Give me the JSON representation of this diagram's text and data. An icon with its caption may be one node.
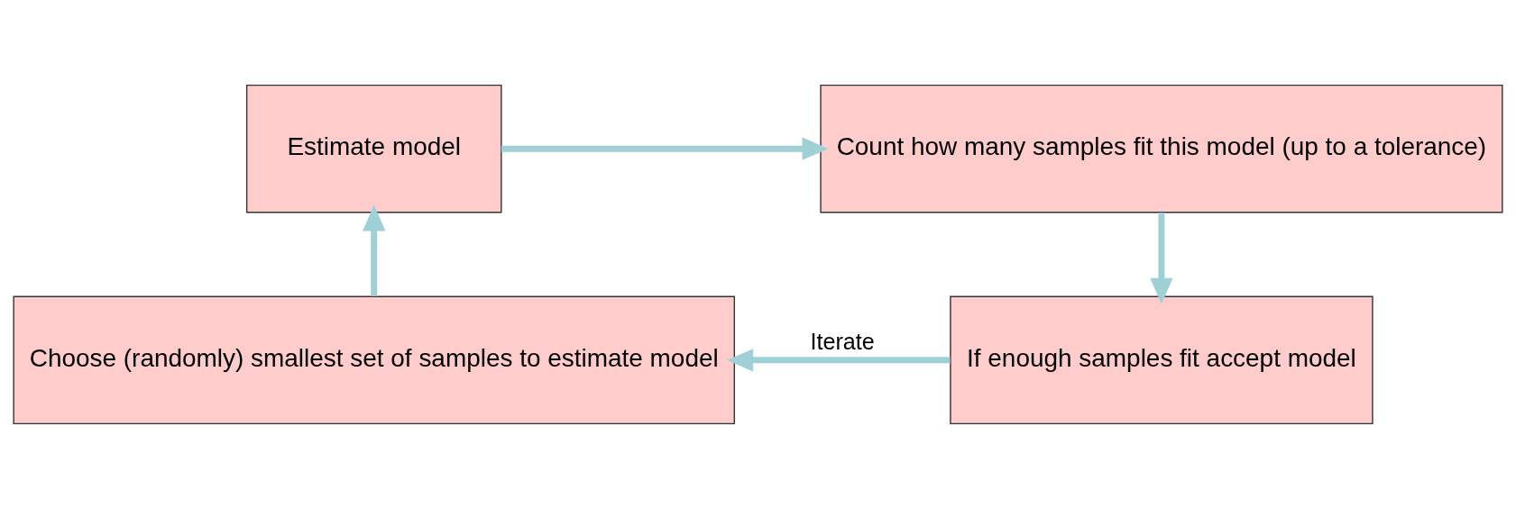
{
  "diagram": {
    "nodes": [
      {
        "text": [
          "Estimate model"
        ]
      },
      {
        "text": [
          "Count how many samples fit this model (up to a tolerance)"
        ]
      },
      {
        "text": [
          "Choose (randomly) smallest set of samples to estimate model"
        ]
      },
      {
        "text": [
          "If enough samples fit accept model"
        ]
      }
    ],
    "edges": [
      {
        "from": 2,
        "to": 0,
        "arrow": "to"
      },
      {
        "from": 0,
        "to": 1,
        "arrow": "to"
      },
      {
        "from": 1,
        "to": 3,
        "arrow": "to"
      },
      {
        "from": 3,
        "to": 2,
        "arrow": "to",
        "label": "Iterate"
      }
    ]
  }
}
